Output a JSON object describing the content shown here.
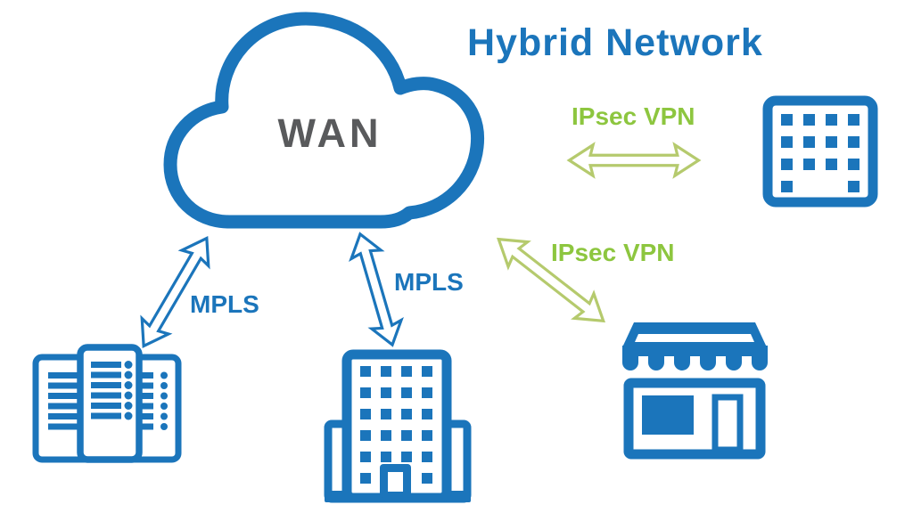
{
  "title": "Hybrid Network",
  "cloud": {
    "label": "WAN",
    "icon": "cloud-icon"
  },
  "connections": {
    "ipsec_top": {
      "label": "IPsec VPN",
      "type": "IPsec VPN",
      "style": "green-double-arrow",
      "from": "WAN cloud",
      "to": "office building (top right)"
    },
    "ipsec_bottom": {
      "label": "IPsec VPN",
      "type": "IPsec VPN",
      "style": "green-double-arrow",
      "from": "WAN cloud",
      "to": "storefront (bottom right)"
    },
    "mpls_left": {
      "label": "MPLS",
      "type": "MPLS",
      "style": "blue-double-arrow",
      "from": "WAN cloud",
      "to": "server rack (bottom left)"
    },
    "mpls_center": {
      "label": "MPLS",
      "type": "MPLS",
      "style": "blue-double-arrow",
      "from": "WAN cloud",
      "to": "office building (bottom center)"
    }
  },
  "nodes": {
    "wan_cloud": {
      "icon": "cloud-icon",
      "label": "WAN"
    },
    "top_right": {
      "icon": "office-building-icon"
    },
    "bottom_left": {
      "icon": "server-rack-icon"
    },
    "bottom_center": {
      "icon": "office-building-icon"
    },
    "bottom_right": {
      "icon": "storefront-icon"
    }
  },
  "colors": {
    "blue": "#1b75bb",
    "green_text": "#8dc63f",
    "green_arrow": "#b5ca6d",
    "gray": "#595a5c",
    "background": "#ffffff"
  }
}
